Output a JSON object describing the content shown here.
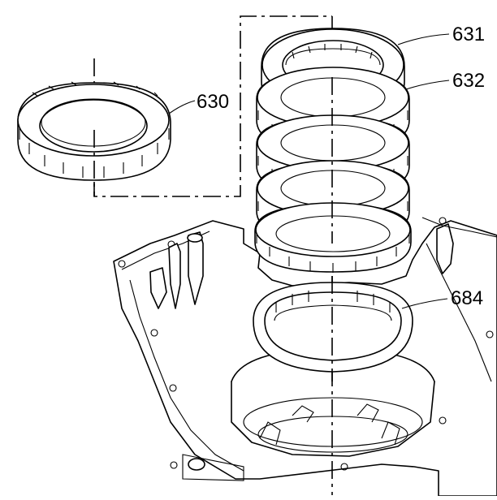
{
  "callouts": {
    "part_630": "630",
    "part_631": "631",
    "part_632": "632",
    "part_684": "684"
  },
  "colors": {
    "ink": "#000000",
    "background": "#ffffff"
  }
}
